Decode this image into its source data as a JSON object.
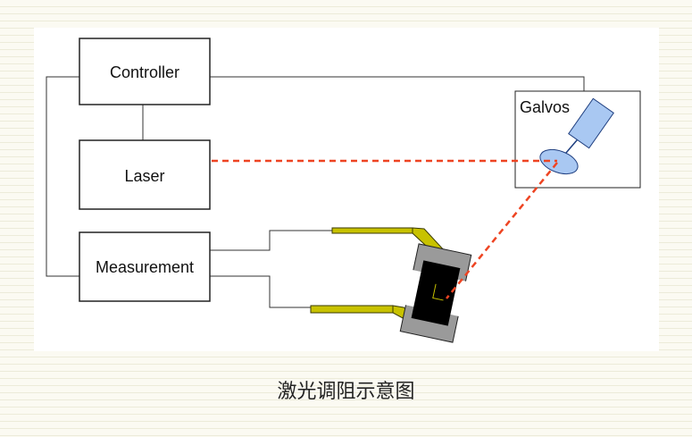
{
  "diagram": {
    "blocks": {
      "controller": "Controller",
      "laser": "Laser",
      "measurement": "Measurement",
      "galvos": "Galvos"
    },
    "caption": "激光调阻示意图",
    "colors": {
      "beam": "#ee4422",
      "galvo": "#a9c8f2",
      "probe": "#c8c200",
      "resistor": "#000000",
      "substrate": "#9a9a9a"
    }
  }
}
